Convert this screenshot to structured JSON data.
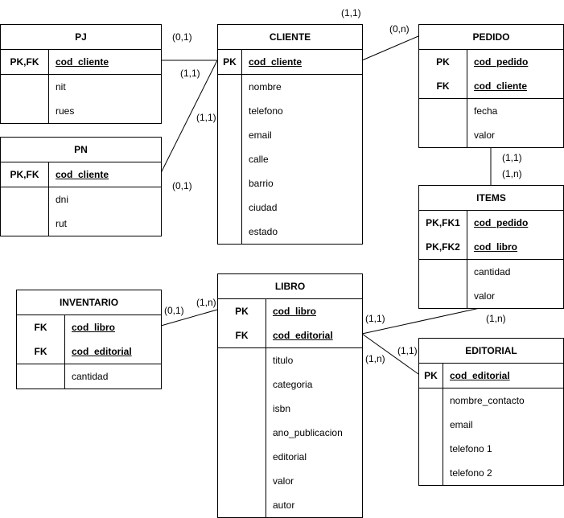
{
  "entities": {
    "pj": {
      "title": "PJ",
      "keys": [
        {
          "key": "PK,FK",
          "name": "cod_cliente"
        }
      ],
      "attrs": [
        "nit",
        "rues"
      ]
    },
    "pn": {
      "title": "PN",
      "keys": [
        {
          "key": "PK,FK",
          "name": "cod_cliente"
        }
      ],
      "attrs": [
        "dni",
        "rut"
      ]
    },
    "cliente": {
      "title": "CLIENTE",
      "keys": [
        {
          "key": "PK",
          "name": "cod_cliente"
        }
      ],
      "attrs": [
        "nombre",
        "telefono",
        "email",
        "calle",
        "barrio",
        "ciudad",
        "estado"
      ]
    },
    "pedido": {
      "title": "PEDIDO",
      "keys": [
        {
          "key": "PK",
          "name": "cod_pedido"
        },
        {
          "key": "FK",
          "name": "cod_cliente"
        }
      ],
      "attrs": [
        "fecha",
        "valor"
      ]
    },
    "items": {
      "title": "ITEMS",
      "keys": [
        {
          "key": "PK,FK1",
          "name": "cod_pedido"
        },
        {
          "key": "PK,FK2",
          "name": "cod_libro"
        }
      ],
      "attrs": [
        "cantidad",
        "valor"
      ]
    },
    "inventario": {
      "title": "INVENTARIO",
      "keys": [
        {
          "key": "FK",
          "name": "cod_libro"
        },
        {
          "key": "FK",
          "name": "cod_editorial"
        }
      ],
      "attrs": [
        "cantidad"
      ]
    },
    "libro": {
      "title": "LIBRO",
      "keys": [
        {
          "key": "PK",
          "name": "cod_libro"
        },
        {
          "key": "FK",
          "name": "cod_editorial"
        }
      ],
      "attrs": [
        "titulo",
        "categoria",
        "isbn",
        "ano_publicacion",
        "editorial",
        "valor",
        "autor"
      ]
    },
    "editorial": {
      "title": "EDITORIAL",
      "keys": [
        {
          "key": "PK",
          "name": "cod_editorial"
        }
      ],
      "attrs": [
        "nombre_contacto",
        "email",
        "telefono 1",
        "telefono 2"
      ]
    }
  },
  "cardinalities": {
    "cliente_top": "(1,1)",
    "pj_cliente_pj": "(0,1)",
    "pj_cliente_cliente": "(1,1)",
    "pn_cliente_cliente": "(1,1)",
    "pn_cliente_pn": "(0,1)",
    "cliente_pedido": "(0,n)",
    "pedido_items_pedido": "(1,1)",
    "pedido_items_items": "(1,n)",
    "items_libro_items": "(1,n)",
    "items_libro_libro": "(1,1)",
    "inventario_libro_inventario": "(0,1)",
    "inventario_libro_libro": "(1,n)",
    "libro_editorial_libro": "(1,n)",
    "libro_editorial_editorial": "(1,1)"
  }
}
